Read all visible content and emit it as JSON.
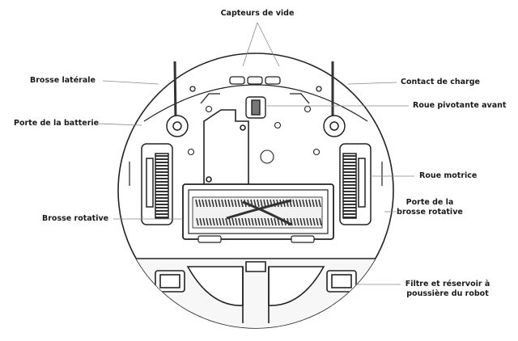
{
  "diagram": {
    "labels": {
      "sensors": "Capteurs de vide",
      "side_brush": "Brosse latérale",
      "charge_contact": "Contact de charge",
      "battery_door": "Porte de la batterie",
      "caster": "Roue pivotante avant",
      "drive_wheel": "Roue motrice",
      "roller_door_1": "Porte de la",
      "roller_door_2": "brosse rotative",
      "roller": "Brosse rotative",
      "filter_1": "Filtre et réservoir à",
      "filter_2": "poussière du robot"
    },
    "colors": {
      "line": "#222222",
      "leader": "#888888",
      "text": "#1a1a1a"
    }
  }
}
